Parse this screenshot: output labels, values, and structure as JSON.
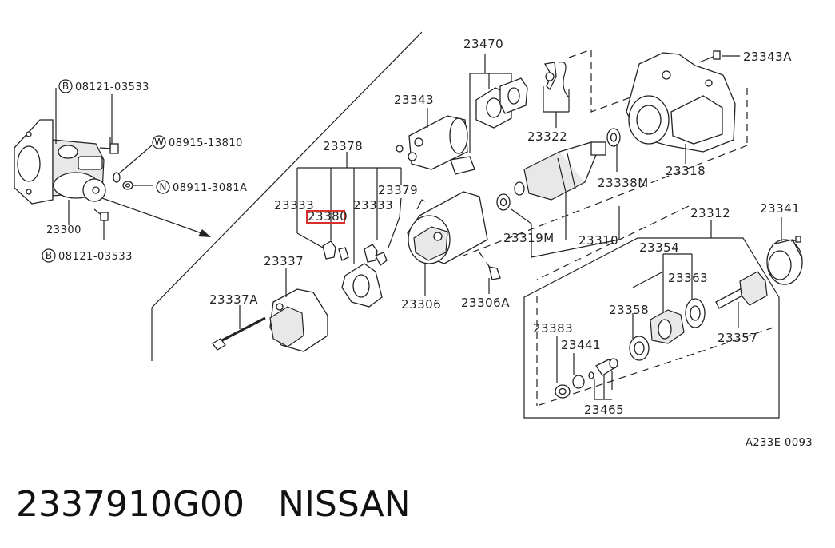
{
  "diagram": {
    "callouts": {
      "c23470": "23470",
      "c23343A": "23343A",
      "c23343": "23343",
      "c23322": "23322",
      "c23318": "23318",
      "c23378": "23378",
      "c23333a": "23333",
      "c23380": "23380",
      "c23333b": "23333",
      "c23379": "23379",
      "c23338M": "23338M",
      "c23312": "23312",
      "c23341": "23341",
      "c23319M": "23319M",
      "c23310": "23310",
      "c23337": "23337",
      "c23354": "23354",
      "c23363": "23363",
      "c23337A": "23337A",
      "c23306": "23306",
      "c23306A": "23306A",
      "c23358": "23358",
      "c23357": "23357",
      "c23383": "23383",
      "c23441": "23441",
      "c23465": "23465",
      "c23300": "23300"
    },
    "fasteners": [
      {
        "symbol": "B",
        "number": "08121-03533"
      },
      {
        "symbol": "W",
        "number": "08915-13810"
      },
      {
        "symbol": "N",
        "number": "08911-3081A"
      },
      {
        "symbol": "B",
        "number": "08121-03533"
      }
    ],
    "diagram_code": "A233E 0093",
    "highlight_color": "#d9302c"
  },
  "part_number": "2337910G00",
  "brand": "NISSAN"
}
